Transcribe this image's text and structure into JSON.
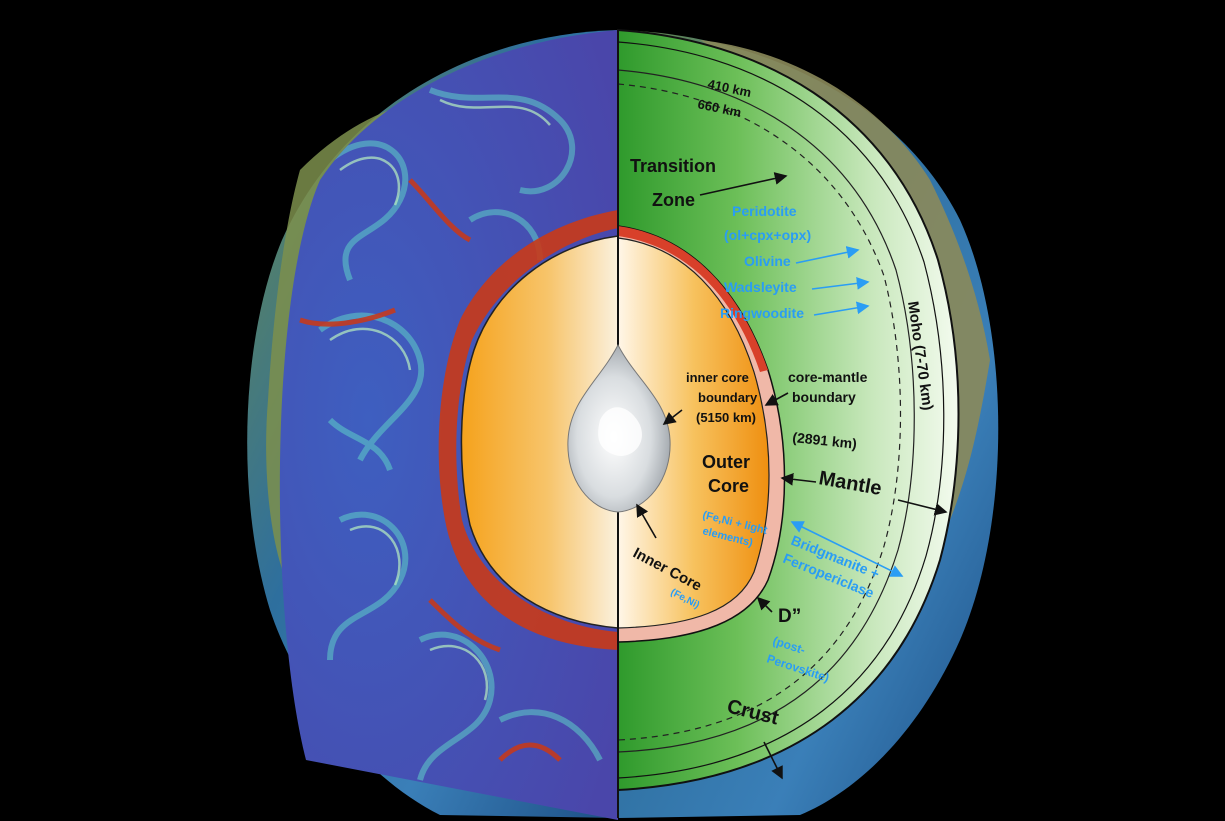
{
  "diagram": {
    "colors": {
      "background": "#000000",
      "mantle_green": "#5fb64a",
      "outer_core_orange": "#f3a024",
      "cmb_red": "#d8402a",
      "mantle_blue": "#4a50b8",
      "blue_label": "#2a9df4"
    },
    "labels": {
      "km410": "410 km",
      "km660": "660 km",
      "transition_1": "Transition",
      "transition_2": "Zone",
      "peridotite_1": "Peridotite",
      "peridotite_2": "(ol+cpx+opx)",
      "olivine": "Olivine",
      "wadsleyite": "Wadsleyite",
      "ringwoodite": "Ringwoodite",
      "moho": "Moho (7-70 km)",
      "cmb_1": "core-mantle",
      "cmb_2": "boundary",
      "cmb_3": "(2891 km)",
      "icb_1": "inner core",
      "icb_2": "boundary",
      "icb_3": "(5150 km)",
      "outer_core_1": "Outer",
      "outer_core_2": "Core",
      "outer_core_comp_1": "(Fe,Ni + light",
      "outer_core_comp_2": "elements)",
      "mantle": "Mantle",
      "bridgmanite_1": "Bridgmanite +",
      "bridgmanite_2": "Ferropericlase",
      "inner_core": "Inner Core",
      "inner_core_comp": "(Fe,Ni)",
      "dpp": "D”",
      "dpp_comp_1": "(post-",
      "dpp_comp_2": "Perovskite)",
      "crust": "Crust"
    }
  }
}
